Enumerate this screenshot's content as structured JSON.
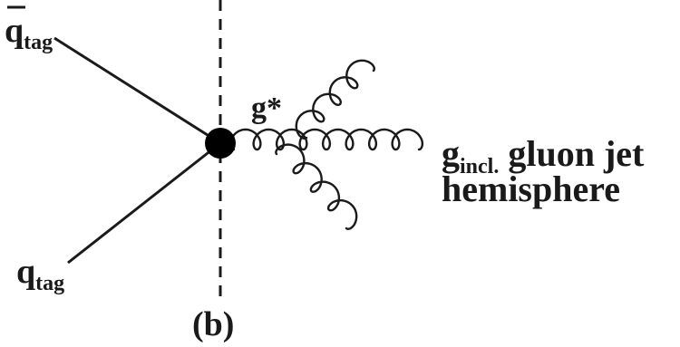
{
  "labels": {
    "antiquark": "q",
    "antiquark_sub": "tag",
    "quark": "q",
    "quark_sub": "tag",
    "gluon": "g*",
    "hemisphere_main": "g",
    "hemisphere_sub": "incl.",
    "hemisphere_rest": " gluon jet",
    "hemisphere_line2": "hemisphere",
    "panel": "(b)"
  }
}
